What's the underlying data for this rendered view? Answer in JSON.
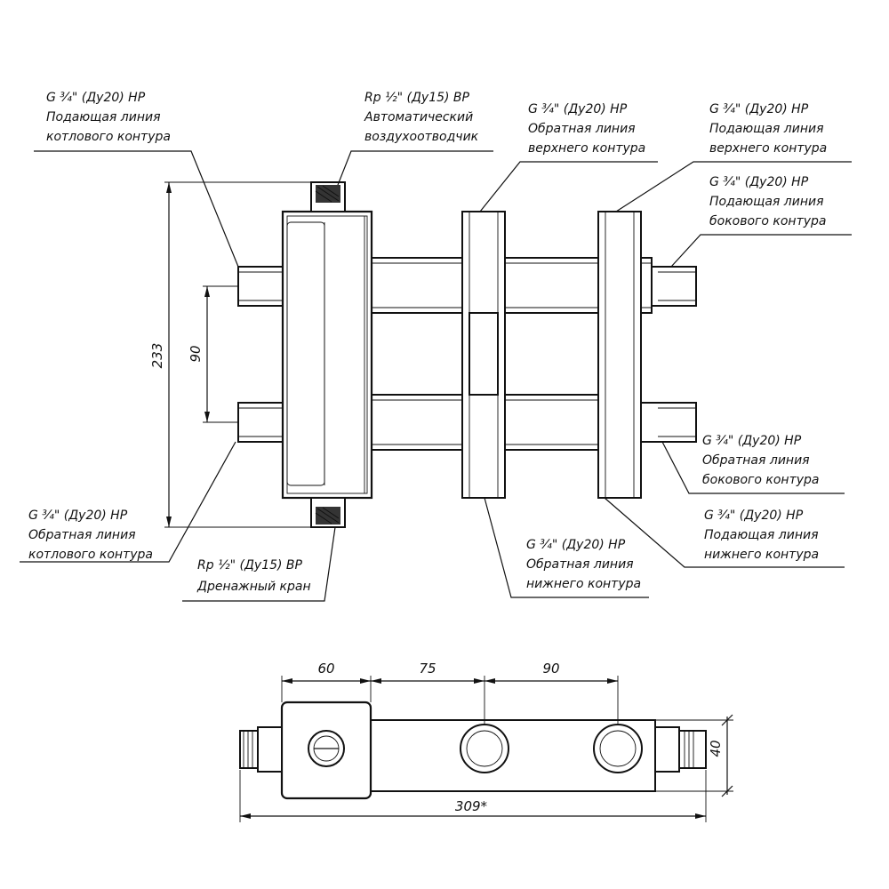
{
  "labels": {
    "boiler_supply": {
      "spec": "G ¾\" (Ду20) НР",
      "line1": "Подающая линия",
      "line2": "котлового контура"
    },
    "air_vent": {
      "spec": "Rp ½\" (Ду15) ВР",
      "line1": "Автоматический",
      "line2": "воздухоотводчик"
    },
    "upper_return": {
      "spec": "G ¾\" (Ду20) НР",
      "line1": "Обратная линия",
      "line2": "верхнего контура"
    },
    "upper_supply": {
      "spec": "G ¾\" (Ду20) НР",
      "line1": "Подающая линия",
      "line2": "верхнего контура"
    },
    "side_supply": {
      "spec": "G ¾\" (Ду20) НР",
      "line1": "Подающая линия",
      "line2": "бокового контура"
    },
    "side_return": {
      "spec": "G ¾\" (Ду20) НР",
      "line1": "Обратная линия",
      "line2": "бокового контура"
    },
    "lower_supply": {
      "spec": "G ¾\" (Ду20) НР",
      "line1": "Подающая линия",
      "line2": "нижнего контура"
    },
    "lower_return": {
      "spec": "G ¾\" (Ду20) НР",
      "line1": "Обратная линия",
      "line2": "нижнего контура"
    },
    "boiler_return": {
      "spec": "G ¾\" (Ду20) НР",
      "line1": "Обратная линия",
      "line2": "котлового контура"
    },
    "drain": {
      "spec": "Rp ½\" (Ду15) ВР",
      "line1": "Дренажный кран"
    }
  },
  "dimensions": {
    "height_total": "233",
    "boiler_spacing": "90",
    "width_first": "60",
    "width_second": "75",
    "width_third": "90",
    "length_total": "309*",
    "depth": "40"
  }
}
